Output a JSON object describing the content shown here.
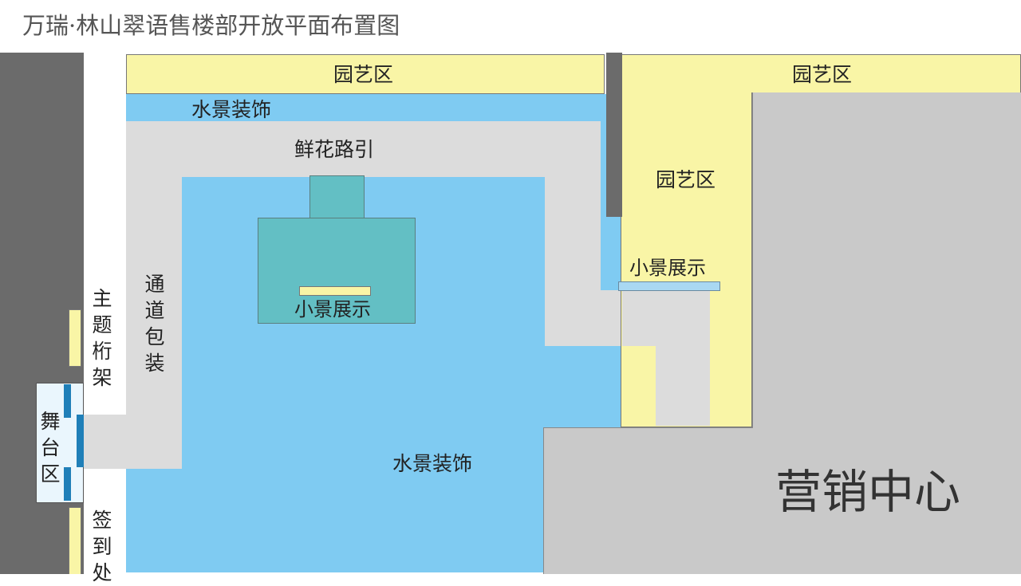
{
  "title": "万瑞·林山翠语售楼部开放平面布置图",
  "labels": {
    "garden_top_left": "园艺区",
    "garden_top_right": "园艺区",
    "garden_right": "园艺区",
    "water_top": "水景装饰",
    "flowers_path": "鲜花路引",
    "small_scene_center": "小景展示",
    "small_scene_right": "小景展示",
    "corridor_wrap": "通道包装",
    "theme_truss": "主题桁架",
    "stage_area": "舞台区",
    "checkin": "签到处",
    "water_bottom": "水景装饰",
    "sales_center": "营销中心"
  },
  "colors": {
    "garden": "#f9f5a6",
    "water": "#7fcbf2",
    "path": "#dcdcdc",
    "sales_center": "#c9c9c9",
    "road": "#6b6b6b",
    "display_box": "#63bfc4",
    "stage_accent": "#1f7fb8"
  }
}
